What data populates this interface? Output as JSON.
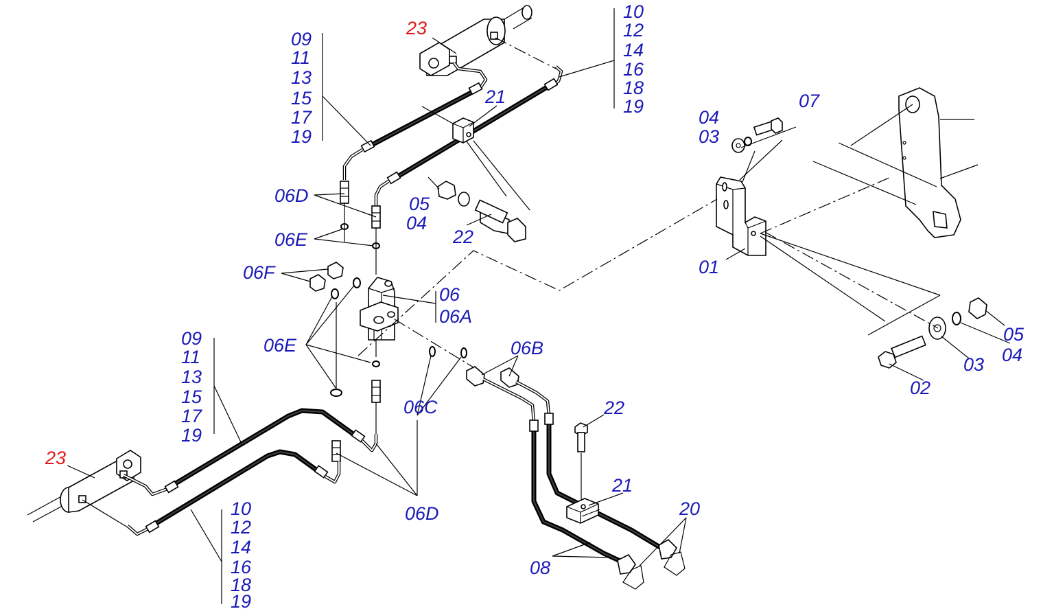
{
  "labels": {
    "top_left_stack": [
      "09",
      "11",
      "13",
      "15",
      "17",
      "19"
    ],
    "top_right_stack": [
      "10",
      "12",
      "14",
      "16",
      "18",
      "19"
    ],
    "bottom_left_stack": [
      "09",
      "11",
      "13",
      "15",
      "17",
      "19"
    ],
    "bottom_right_stack": [
      "10",
      "12",
      "14",
      "16",
      "18",
      "19"
    ],
    "cylinder_top": "23",
    "cylinder_bottom": "23",
    "clamp_top": "21",
    "clamp_bottom": "21",
    "bolt_top": "22",
    "bolt_bottom": "22",
    "nut_top": "05",
    "washer_top": "04",
    "adapter_top": "06D",
    "adapter_bottom": "06D",
    "oring_top": "06E",
    "oring_mid": "06E",
    "plug": "06F",
    "valve_a": "06",
    "valve_b": "06A",
    "fitting_b": "06B",
    "oring_c": "06C",
    "quick_coupler": "20",
    "hoses_bottom": "08",
    "bracket": "01",
    "bracket_washer": "04",
    "bracket_flat_washer": "03",
    "bracket_bolt": "07",
    "bolt_02": "02",
    "washer_03": "03",
    "washer_04": "04",
    "nut_05": "05"
  },
  "colors": {
    "label_blue": "#1a1ab8",
    "label_red": "#e01818",
    "line": "#000000"
  }
}
